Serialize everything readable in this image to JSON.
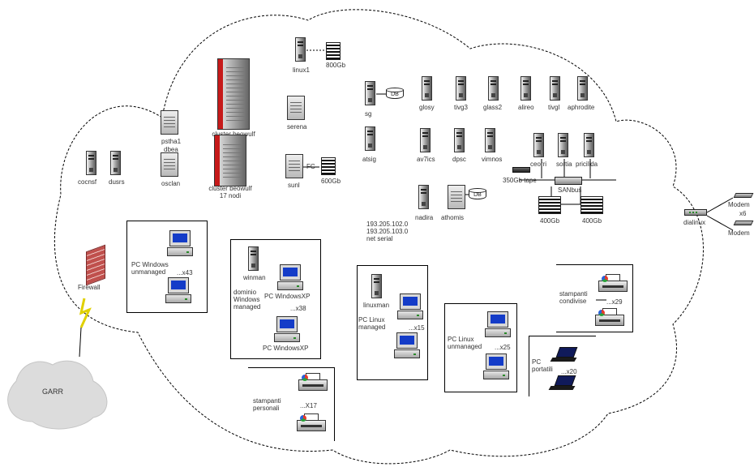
{
  "cloud": {
    "labels": {
      "linux1": "linux1",
      "disk_800": "800Gb",
      "cluster10": "cluster beowulf\n10 nodi",
      "cluster17": "cluster beowulf\n17 nodi",
      "serena": "serena",
      "sunl": "sunl",
      "fc": "FC",
      "disk_600": "600Gb",
      "pstha1": "pstha1",
      "dbea": "dbea",
      "osclan": "osclan",
      "cocnsf": "cocnsf",
      "dusrs": "dusrs",
      "sg": "sg",
      "db1": "DB",
      "db2": "DB",
      "atsig": "atsig",
      "glosy": "glosy",
      "tivg3": "tivg3",
      "glass2": "glass2",
      "alireo": "alireo",
      "tivgl": "tivgl",
      "aphrodite": "aphrodite",
      "av7ics": "av7ics",
      "dpsc": "dpsc",
      "vimnos": "vimnos",
      "tape": "350Gb tape",
      "ceorri": "ceorri",
      "sortia": "sortia",
      "pricilida": "pricilida",
      "san": "SANbus",
      "d400a": "400Gb",
      "d400b": "400Gb",
      "nadira": "nadira",
      "athomis": "athomis",
      "ipnote": "193.205.102.0\n193.205.103.0\nnet serial",
      "dialinux": "dialinux",
      "modem1": "Modem",
      "modem_count": "x6",
      "modem2": "Modem"
    },
    "groups": {
      "win_unmanaged": {
        "label": "PC Windows\nunmanaged",
        "count": "...x43"
      },
      "win_managed": {
        "server": "winman",
        "domain": "dominio\nWindows\nmanaged",
        "pc1": "PC WindowsXP",
        "count": "...x38",
        "pc2": "PC WindowsXP"
      },
      "linux_managed": {
        "server": "linuxman",
        "label": "PC Linux\nmanaged",
        "count": "...x15"
      },
      "linux_unmanaged": {
        "label": "PC Linux\nunmanaged",
        "count": "...x25"
      },
      "printers_shared": {
        "label": "stampanti\ncondivise",
        "count": "...x29"
      },
      "laptops": {
        "label": "PC\nportatili",
        "count": "...x20"
      },
      "printers_personal": {
        "label": "stampanti\npersonali",
        "count": "...X17"
      }
    },
    "firewall": "Firewall",
    "garr": "GARR"
  }
}
